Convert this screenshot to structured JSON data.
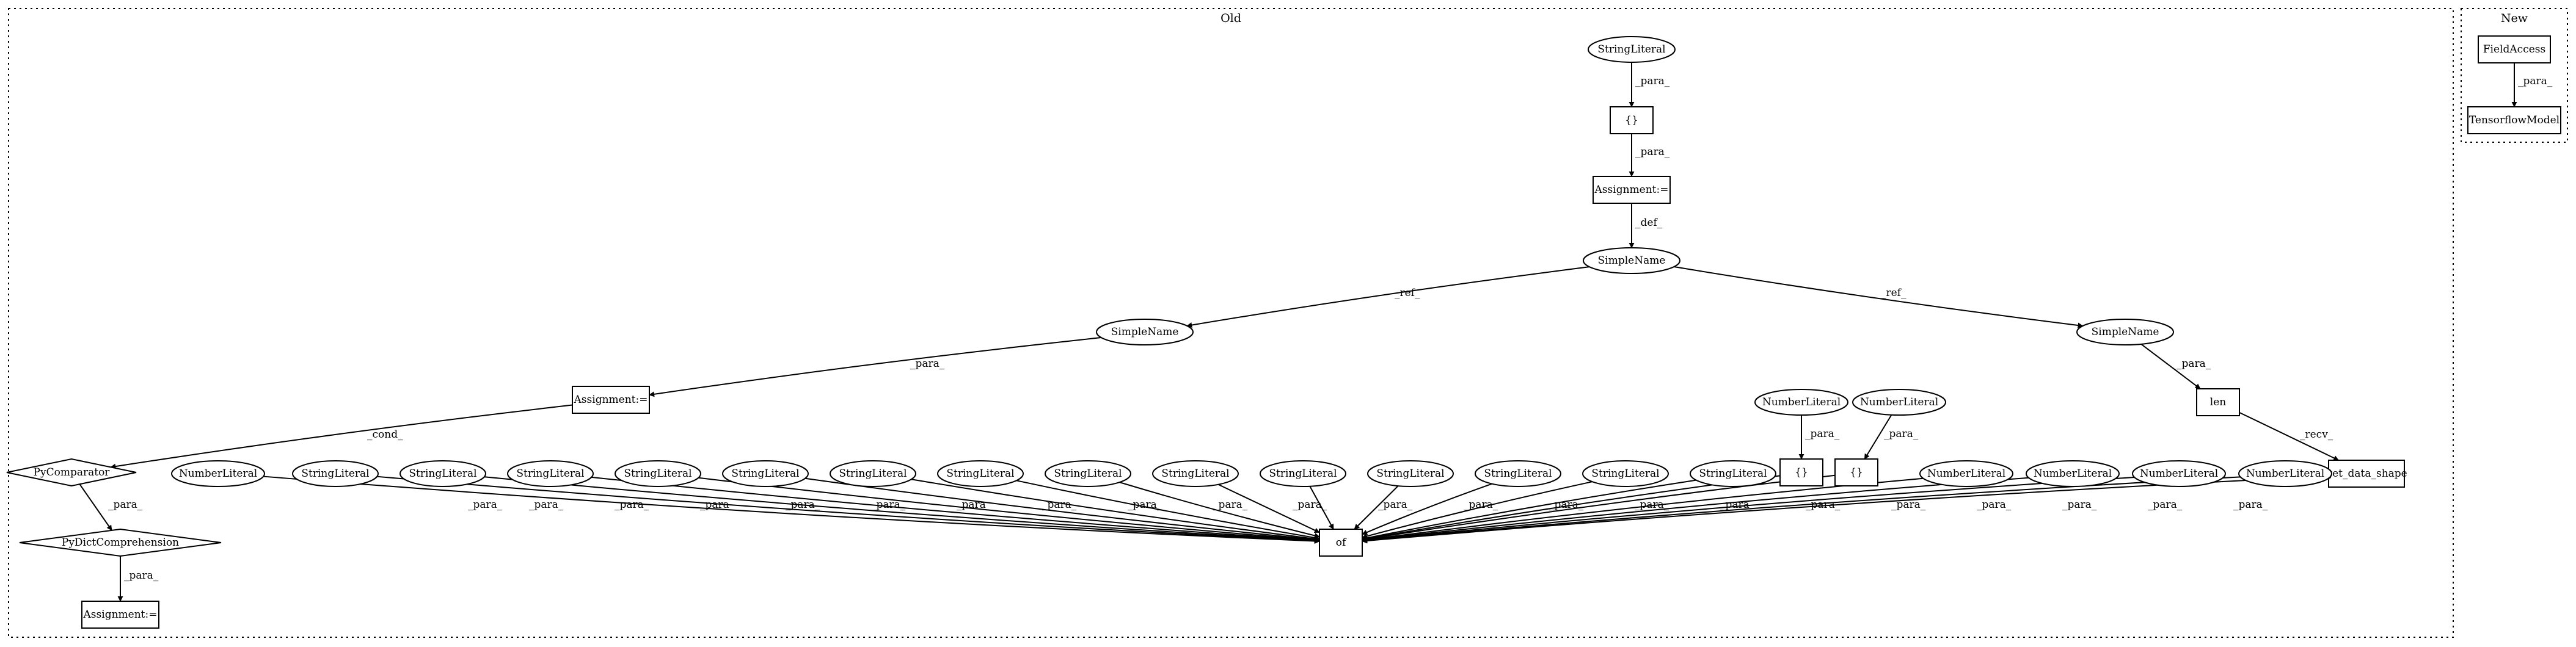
{
  "clusters": {
    "old": "Old",
    "new": "New"
  },
  "nodes": {
    "old_stringliteral_top": "StringLiteral",
    "old_braces_top": "{}",
    "old_assignment_top": "Assignment:=",
    "old_simplename_top": "SimpleName",
    "old_simplename_left": "SimpleName",
    "old_simplename_right": "SimpleName",
    "old_assignment_mid": "Assignment:=",
    "old_len": "len",
    "old_pycomparator": "PyComparator",
    "old_pydictcomprehension": "PyDictComprehension",
    "old_assignment_bottom": "Assignment:=",
    "old_numberliteral_upper_a": "NumberLiteral",
    "old_numberliteral_upper_b": "NumberLiteral",
    "old_braces_a": "{}",
    "old_braces_b": "{}",
    "old_get_data_shape": "get_data_shape",
    "old_of": "of",
    "row_numberliteral_1": "NumberLiteral",
    "row_stringliteral_1": "StringLiteral",
    "row_stringliteral_2": "StringLiteral",
    "row_stringliteral_3": "StringLiteral",
    "row_stringliteral_4": "StringLiteral",
    "row_stringliteral_5": "StringLiteral",
    "row_stringliteral_6": "StringLiteral",
    "row_stringliteral_7": "StringLiteral",
    "row_stringliteral_8": "StringLiteral",
    "row_stringliteral_9": "StringLiteral",
    "row_stringliteral_10": "StringLiteral",
    "row_stringliteral_11": "StringLiteral",
    "row_stringliteral_12": "StringLiteral",
    "row_stringliteral_13": "StringLiteral",
    "row_stringliteral_14": "StringLiteral",
    "row_numberliteral_2": "NumberLiteral",
    "row_numberliteral_3": "NumberLiteral",
    "row_numberliteral_4": "NumberLiteral",
    "row_numberliteral_5": "NumberLiteral",
    "new_fieldaccess": "FieldAccess",
    "new_tensorflowmodel": "TensorflowModel"
  },
  "edge_labels": {
    "para": "_para_",
    "def": "_def_",
    "ref": "_ref_",
    "cond": "_cond_",
    "recv": "_recv_"
  }
}
